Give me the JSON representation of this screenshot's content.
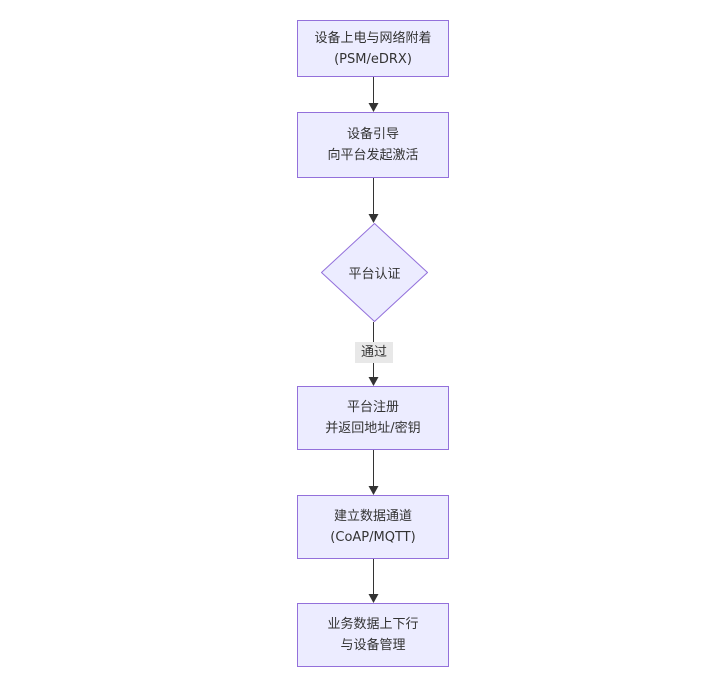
{
  "flow": {
    "colors": {
      "node_fill": "#ECECFF",
      "node_border": "#9370DB",
      "node_text": "#333333",
      "edge_line": "#333333",
      "edge_label_bg": "#e8e8e8",
      "canvas_bg": "#ffffff"
    },
    "nodes": [
      {
        "id": "power-attach",
        "shape": "rect",
        "lines": [
          "设备上电与网络附着",
          "(PSM/eDRX)"
        ]
      },
      {
        "id": "bootstrap",
        "shape": "rect",
        "lines": [
          "设备引导",
          "向平台发起激活"
        ]
      },
      {
        "id": "platform-auth",
        "shape": "diamond",
        "lines": [
          "平台认证"
        ]
      },
      {
        "id": "platform-register",
        "shape": "rect",
        "lines": [
          "平台注册",
          "并返回地址/密钥"
        ]
      },
      {
        "id": "data-channel",
        "shape": "rect",
        "lines": [
          "建立数据通道",
          "(CoAP/MQTT)"
        ]
      },
      {
        "id": "business-data",
        "shape": "rect",
        "lines": [
          "业务数据上下行",
          "与设备管理"
        ]
      }
    ],
    "edges": [
      {
        "from": "power-attach",
        "to": "bootstrap",
        "label": ""
      },
      {
        "from": "bootstrap",
        "to": "platform-auth",
        "label": ""
      },
      {
        "from": "platform-auth",
        "to": "platform-register",
        "label": "通过"
      },
      {
        "from": "platform-register",
        "to": "data-channel",
        "label": ""
      },
      {
        "from": "data-channel",
        "to": "business-data",
        "label": ""
      }
    ]
  }
}
